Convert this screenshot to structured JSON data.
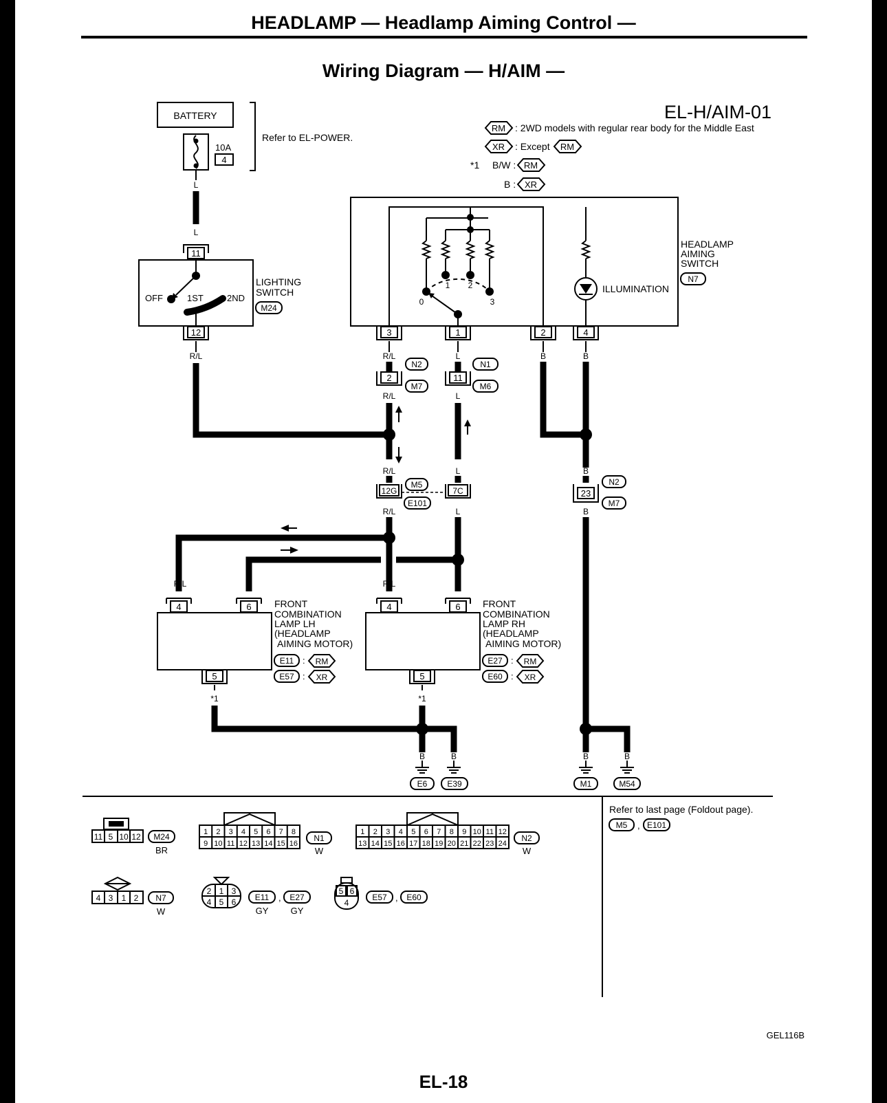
{
  "page": {
    "header": "HEADLAMP — Headlamp Aiming Control —",
    "subtitle": "Wiring Diagram — H/AIM —",
    "diagram_code": "EL-H/AIM-01",
    "page_number": "EL-18",
    "figure_code": "GEL116B"
  },
  "legend": {
    "rm_tag": "RM",
    "rm_text": ": 2WD models with regular rear body for the Middle East",
    "xr_tag": "XR",
    "xr_text": ": Except",
    "star_label": "*1",
    "bw_text": "B/W :",
    "b_text": "B :"
  },
  "battery": {
    "label": "BATTERY",
    "fuse_amp": "10A",
    "fuse_no": "4",
    "note": "Refer to EL-POWER."
  },
  "lighting_switch": {
    "label_1": "LIGHTING",
    "label_2": "SWITCH",
    "connector": "M24",
    "pin_top": "11",
    "pin_bottom": "12",
    "pos_off": "OFF",
    "pos_1st": "1ST",
    "pos_2nd": "2ND"
  },
  "aiming_switch": {
    "label_1": "HEADLAMP",
    "label_2": "AIMING",
    "label_3": "SWITCH",
    "connector": "N7",
    "illumination": "ILLUMINATION",
    "positions": [
      "0",
      "1",
      "2",
      "3"
    ],
    "pins": [
      "3",
      "1",
      "2",
      "4"
    ]
  },
  "wires": {
    "L": "L",
    "RL": "R/L",
    "B": "B"
  },
  "junctions": {
    "pin2": "2",
    "pin11": "11",
    "pin12G": "12G",
    "pin7C": "7C",
    "pin23": "23",
    "N1": "N1",
    "N2": "N2",
    "M5": "M5",
    "M6": "M6",
    "M7": "M7",
    "E101": "E101"
  },
  "lamp_lh": {
    "label_1": "FRONT",
    "label_2": "COMBINATION",
    "label_3": "LAMP LH",
    "label_4": "(HEADLAMP",
    "label_5": "AIMING MOTOR)",
    "conn_rm": "E11",
    "conn_xr": "E57",
    "pin_a": "4",
    "pin_b": "6",
    "pin_c": "5"
  },
  "lamp_rh": {
    "label_1": "FRONT",
    "label_2": "COMBINATION",
    "label_3": "LAMP RH",
    "label_4": "(HEADLAMP",
    "label_5": "AIMING MOTOR)",
    "conn_rm": "E27",
    "conn_xr": "E60",
    "pin_a": "4",
    "pin_b": "6",
    "pin_c": "5"
  },
  "grounds": [
    "E6",
    "E39",
    "M1",
    "M54"
  ],
  "connectors": {
    "m24_pins": [
      "11",
      "5",
      "10",
      "12"
    ],
    "m24_name": "M24",
    "m24_color": "BR",
    "n1_row1": [
      "1",
      "2",
      "3",
      "4",
      "5",
      "6",
      "7",
      "8"
    ],
    "n1_row2": [
      "9",
      "10",
      "11",
      "12",
      "13",
      "14",
      "15",
      "16"
    ],
    "n1_name": "N1",
    "n1_color": "W",
    "n2_row1": [
      "1",
      "2",
      "3",
      "4",
      "5",
      "6",
      "7",
      "8",
      "9",
      "10",
      "11",
      "12"
    ],
    "n2_row2": [
      "13",
      "14",
      "15",
      "16",
      "17",
      "18",
      "19",
      "20",
      "21",
      "22",
      "23",
      "24"
    ],
    "n2_name": "N2",
    "n2_color": "W",
    "n7_pins": [
      "4",
      "3",
      "1",
      "2"
    ],
    "n7_name": "N7",
    "n7_color": "W",
    "e11_row1": [
      "2",
      "1",
      "3"
    ],
    "e11_row2": [
      "4",
      "5",
      "6"
    ],
    "e11_name": "E11",
    "e11_color": "GY",
    "e27_name": "E27",
    "e27_color": "GY",
    "e57_row1": [
      "5",
      "6"
    ],
    "e57_row2": [
      "4"
    ],
    "e57_name": "E57",
    "e60_name": "E60",
    "comma": ",",
    "foldout_note": "Refer to last page (Foldout page).",
    "foldout_1": "M5",
    "foldout_2": "E101"
  }
}
